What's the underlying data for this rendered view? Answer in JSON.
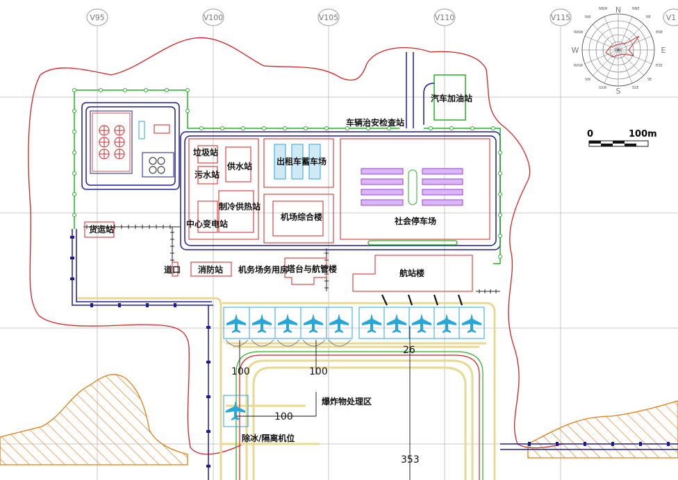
{
  "grid_axes": [
    "V95",
    "V100",
    "V105",
    "V110",
    "V115",
    "V1"
  ],
  "compass": {
    "north": "N",
    "east": "E",
    "south": "S",
    "west": "W",
    "minor": [
      "NNE",
      "NE",
      "ENE",
      "ESE",
      "SE",
      "SSE",
      "SSW",
      "SW",
      "WSW",
      "WNW",
      "NW",
      "NNW"
    ],
    "center": "C=0"
  },
  "scale_bar": {
    "start": "0",
    "end": "100m"
  },
  "labels": {
    "fuel_station": "汽车加油站",
    "security_check": "车辆治安检查站",
    "garbage_station": "垃圾站",
    "sewage_station": "污水站",
    "water_supply": "供水站",
    "taxi_pool": "出租车蓄车场",
    "cooling_heating": "制冷供热站",
    "airport_complex": "机场综合楼",
    "social_parking": "社会停车场",
    "central_substation": "中心变电站",
    "cargo_station": "货运站",
    "gate": "道口",
    "fire_station": "消防站",
    "airport_service": "机务场务用房",
    "tower": "塔台与航管楼",
    "terminal": "航站楼",
    "explosive_area": "爆炸物处理区",
    "deicing": "除冰/隔离机位"
  },
  "dimensions": {
    "d26": "26",
    "d100a": "100",
    "d100b": "100",
    "d100c": "100",
    "d353": "353"
  },
  "colors": {
    "boundary": "#d22020",
    "road": "#1a1a9a",
    "fence": "#22b022",
    "apron": "#27a6d8",
    "hatch": "#e07a10",
    "taxiway": "#e8d890",
    "parking": "#9a40d8"
  }
}
